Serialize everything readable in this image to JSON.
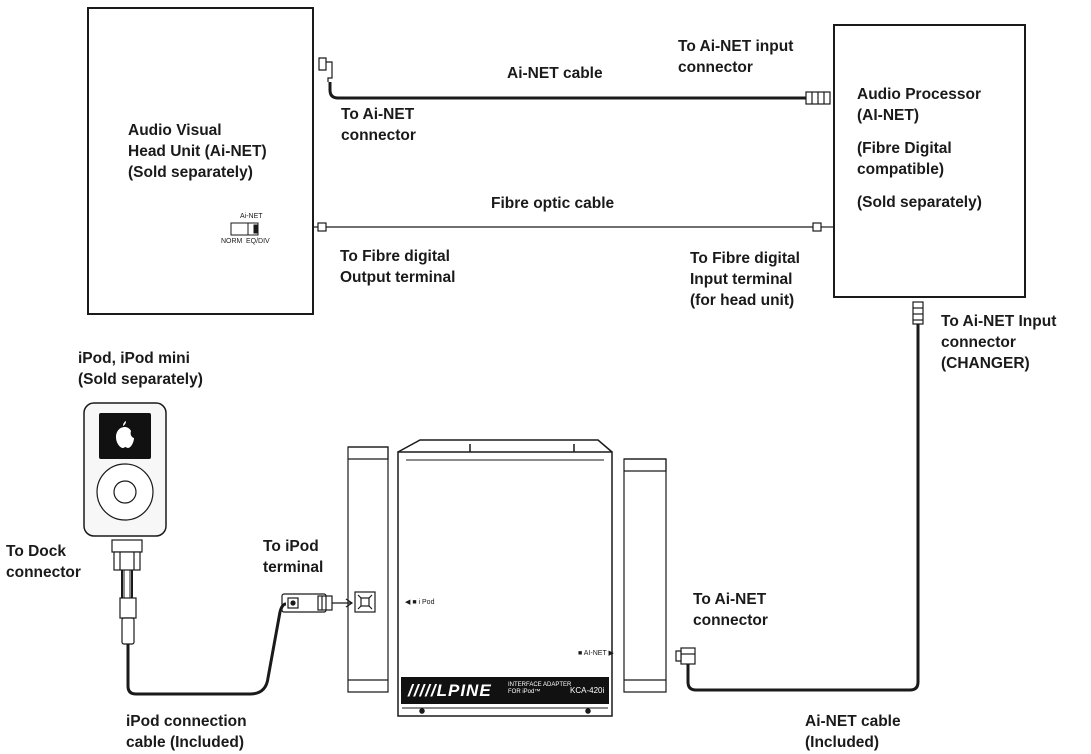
{
  "head_unit": {
    "lines": [
      "Audio Visual",
      "Head Unit (Ai-NET)",
      "(Sold separately)"
    ],
    "switch": {
      "top_label": "Ai-NET",
      "left_label": "NORM",
      "right_label": "EQ/DIV"
    }
  },
  "audio_processor": {
    "lines": [
      "Audio Processor",
      "(AI-NET)",
      "",
      "(Fibre Digital",
      "compatible)",
      "",
      "(Sold separately)"
    ]
  },
  "ipod": {
    "lines": [
      "iPod, iPod mini",
      "(Sold separately)"
    ]
  },
  "interface_adapter": {
    "brand": "/////LPINE",
    "subtitle_lines": [
      "INTERFACE ADAPTER",
      "FOR iPod™"
    ],
    "model": "KCA-420i",
    "ipod_port_label": "◀ ■ i Pod",
    "ainet_port_label": "■ AI-NET ▶"
  },
  "labels": {
    "ainet_cable_top": "Ai-NET cable",
    "to_ainet_input_connector": [
      "To Ai-NET input",
      "connector"
    ],
    "to_ainet_connector_head": [
      "To Ai-NET",
      "connector"
    ],
    "fibre_optic_cable": "Fibre optic cable",
    "to_fibre_output": [
      "To Fibre digital",
      "Output terminal"
    ],
    "to_fibre_input": [
      "To Fibre digital",
      "Input terminal",
      "(for head unit)"
    ],
    "to_ainet_input_changer": [
      "To Ai-NET Input",
      "connector",
      "(CHANGER)"
    ],
    "to_dock_connector": [
      "To Dock",
      "connector"
    ],
    "to_ipod_terminal": [
      "To iPod",
      "terminal"
    ],
    "to_ainet_connector_adapter": [
      "To Ai-NET",
      "connector"
    ],
    "ipod_connection_cable": [
      "iPod connection",
      "cable (Included)"
    ],
    "ainet_cable_included": [
      "Ai-NET cable",
      "(Included)"
    ]
  },
  "colors": {
    "line": "#1a1a1a",
    "ipod_screen": "#111111",
    "ipod_body": "#f7f7f7",
    "adapter_band": "#111111"
  }
}
